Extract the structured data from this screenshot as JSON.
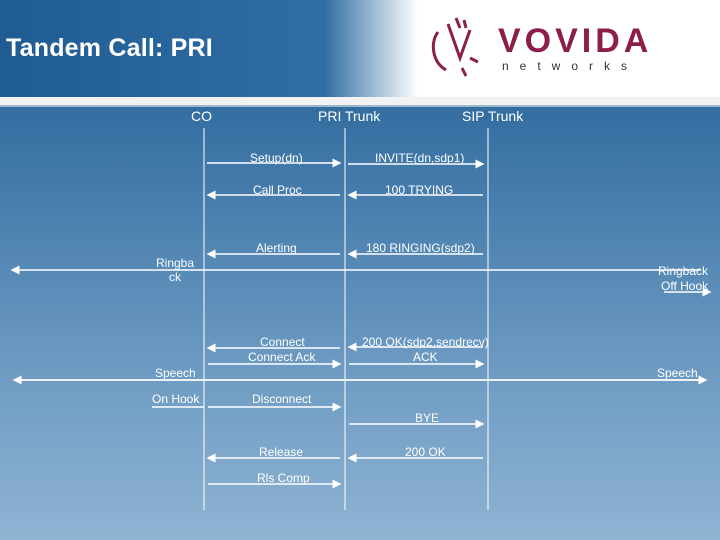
{
  "slide": {
    "title": "Tandem Call: PRI"
  },
  "logo": {
    "name": "VOVIDA",
    "subtitle": "networks",
    "brand_color": "#8b1e4a"
  },
  "entities": {
    "co": "CO",
    "pri": "PRI Trunk",
    "sip": "SIP Trunk"
  },
  "messages": {
    "setup": "Setup(dn)",
    "invite": "INVITE(dn,sdp1)",
    "callproc": "Call Proc",
    "trying": "100 TRYING",
    "alerting": "Alerting",
    "ringing": "180 RINGING(sdp2)",
    "ringback_left_1": "Ringba",
    "ringback_left_2": "ck",
    "ringback_right": "Ringback",
    "offhook": "Off Hook",
    "connect": "Connect",
    "connect_ack": "Connect Ack",
    "ok_sdp": "200 OK(sdp2,sendrecv)",
    "ack": "ACK",
    "speech_left": "Speech",
    "speech_right": "Speech",
    "onhook": "On Hook",
    "disconnect": "Disconnect",
    "bye": "BYE",
    "release": "Release",
    "ok": "200 OK",
    "rls_comp": "Rls Comp"
  }
}
